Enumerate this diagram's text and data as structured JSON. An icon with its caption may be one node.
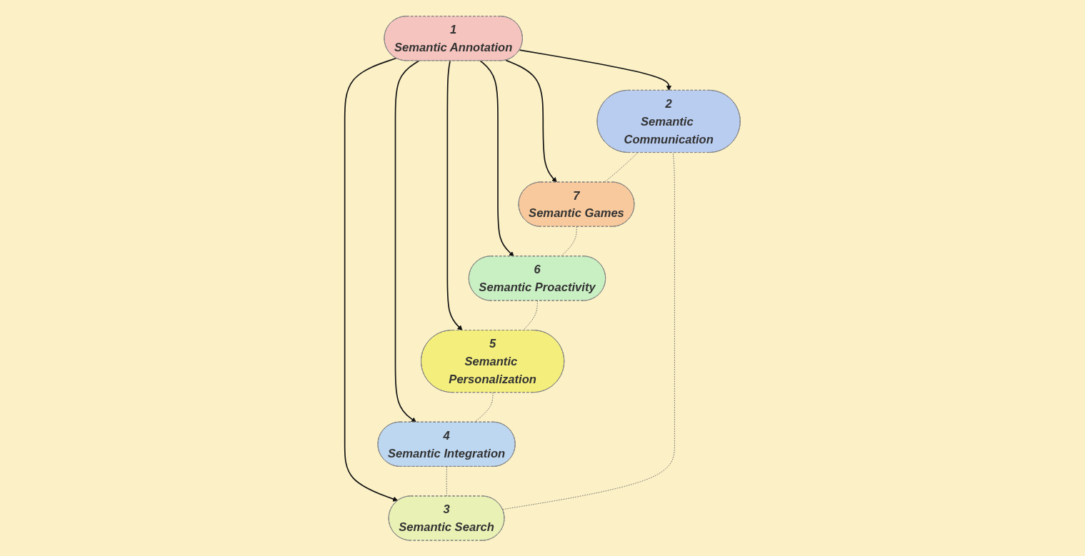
{
  "diagram": {
    "nodes": [
      {
        "text": [
          "2",
          "Semantic Communication"
        ]
      },
      {
        "text": [
          "3",
          "Semantic Search"
        ]
      },
      {
        "text": [
          "7",
          "Semantic Games"
        ]
      },
      {
        "text": [
          "1",
          "Semantic Annotation"
        ]
      },
      {
        "text": [
          "4",
          "Semantic Integration"
        ]
      },
      {
        "text": [
          "6",
          "Semantic Proactivity"
        ]
      },
      {
        "text": [
          "5",
          "Semantic Personalization"
        ]
      }
    ],
    "edges": [
      {
        "from": 3,
        "to": 0,
        "arrow": "to"
      },
      {
        "from": 3,
        "to": 1,
        "arrow": "to"
      },
      {
        "from": 3,
        "to": 2,
        "arrow": "to"
      },
      {
        "from": 3,
        "to": 4,
        "arrow": "to"
      },
      {
        "from": 3,
        "to": 5,
        "arrow": "to"
      },
      {
        "from": 3,
        "to": 6,
        "arrow": "to"
      },
      {
        "from": 1,
        "to": 0,
        "arrow": "none",
        "style": "dashed"
      },
      {
        "from": 0,
        "to": 2,
        "arrow": "none",
        "style": "dashed"
      },
      {
        "from": 2,
        "to": 5,
        "arrow": "none",
        "style": "dashed"
      },
      {
        "from": 5,
        "to": 6,
        "arrow": "none",
        "style": "dashed"
      },
      {
        "from": 6,
        "to": 4,
        "arrow": "none",
        "style": "dashed"
      },
      {
        "from": 4,
        "to": 1,
        "arrow": "none",
        "style": "dashed"
      }
    ]
  }
}
